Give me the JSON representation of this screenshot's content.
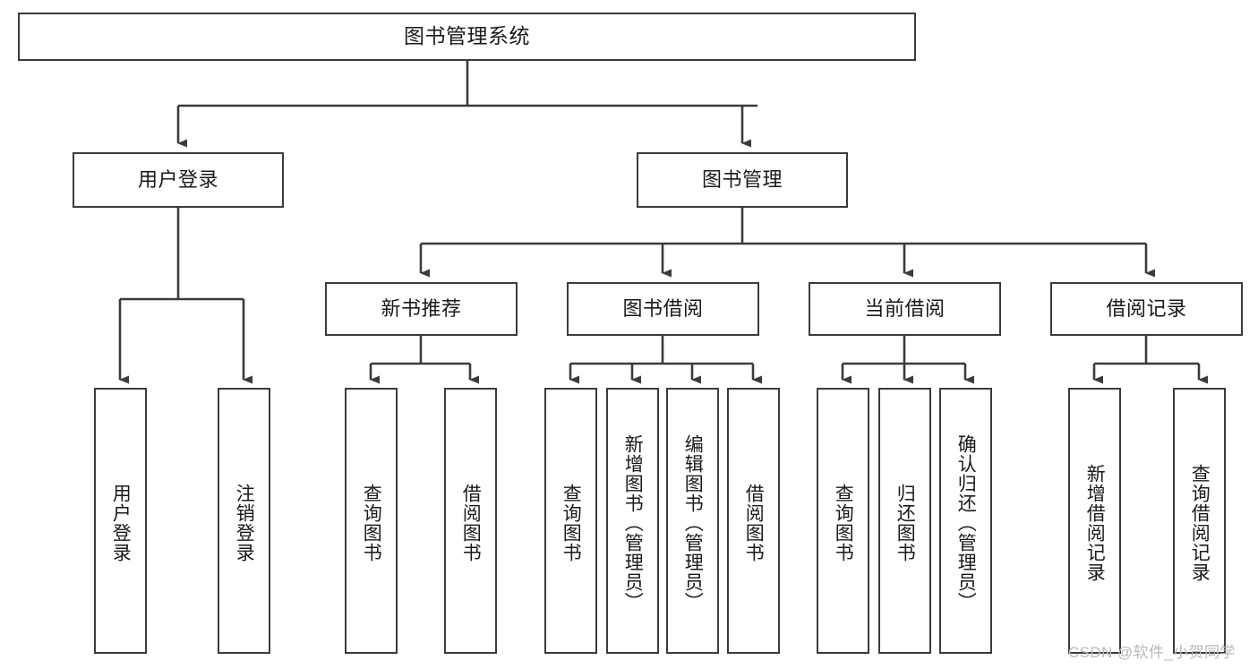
{
  "diagram": {
    "title": "图书管理系统",
    "type": "tree-hierarchy-chart",
    "root": {
      "label": "图书管理系统"
    },
    "level1": [
      {
        "label": "用户登录"
      },
      {
        "label": "图书管理"
      }
    ],
    "level2": [
      {
        "label": "新书推荐"
      },
      {
        "label": "图书借阅"
      },
      {
        "label": "当前借阅"
      },
      {
        "label": "借阅记录"
      }
    ],
    "leaves": [
      {
        "label": "用户登录"
      },
      {
        "label": "注销登录"
      },
      {
        "label": "查询图书"
      },
      {
        "label": "借阅图书"
      },
      {
        "label": "查询图书"
      },
      {
        "label": "新增图书（管理员）"
      },
      {
        "label": "编辑图书（管理员）"
      },
      {
        "label": "借阅图书"
      },
      {
        "label": "查询图书"
      },
      {
        "label": "归还图书"
      },
      {
        "label": "确认归还（管理员）"
      },
      {
        "label": "新增借阅记录"
      },
      {
        "label": "查询借阅记录"
      }
    ],
    "watermark": "CSDN @软件_小贺同学",
    "colors": {
      "stroke": "#3b3b3b",
      "fill": "#ffffff",
      "text": "#1a1a1a",
      "watermark": "#b9b9b9"
    }
  }
}
